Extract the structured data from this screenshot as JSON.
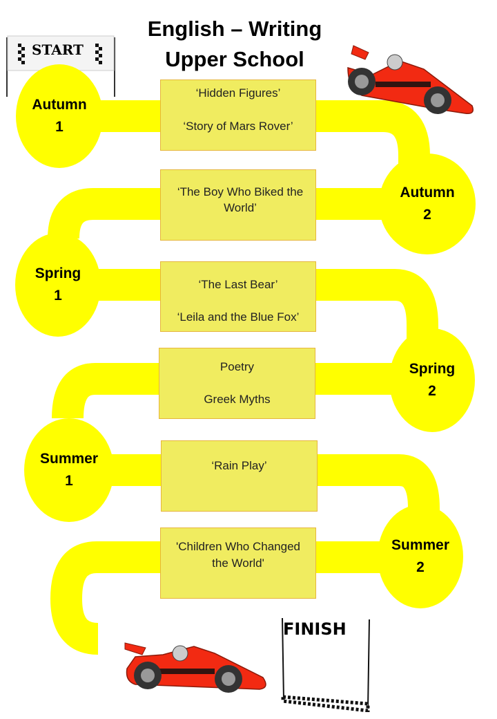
{
  "title": {
    "line1": "English – Writing",
    "line2": "Upper School"
  },
  "start_banner": "START",
  "finish_banner": "FINISH",
  "terms": [
    {
      "name": "Autumn",
      "number": "1",
      "topics": [
        "‘Hidden Figures’",
        "‘Story of Mars Rover’"
      ]
    },
    {
      "name": "Autumn",
      "number": "2",
      "topics": [
        "‘The Boy Who Biked the World’"
      ]
    },
    {
      "name": "Spring",
      "number": "1",
      "topics": [
        "‘The Last Bear’",
        "‘Leila and the Blue Fox’"
      ]
    },
    {
      "name": "Spring",
      "number": "2",
      "topics": [
        "Poetry",
        "Greek Myths"
      ]
    },
    {
      "name": "Summer",
      "number": "1",
      "topics": [
        "‘Rain Play’"
      ]
    },
    {
      "name": "Summer",
      "number": "2",
      "topics": [
        "'Children Who Changed the World'"
      ]
    }
  ],
  "colors": {
    "track": "#ffff00",
    "box_fill": "#f0ec60",
    "box_border": "#e6b53c",
    "car": "#f22a12"
  }
}
